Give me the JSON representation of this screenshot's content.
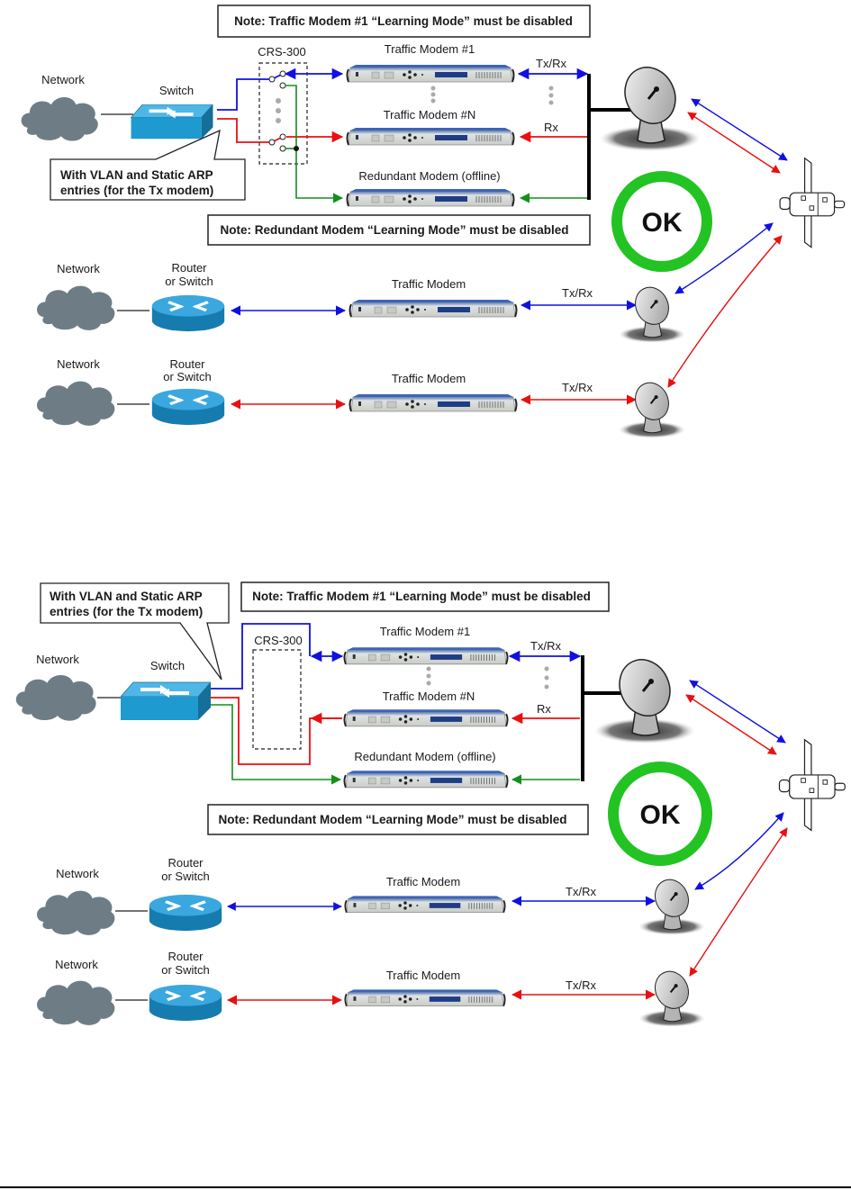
{
  "colors": {
    "tx_rx": "#1010e0",
    "rx": "#e81010",
    "standby": "#12901a",
    "ok_ring": "#22c322",
    "switch_blue": "#1e9ad0",
    "router_blue": "#1a88c0",
    "cloud": "#6e7d85"
  },
  "diagrams": [
    {
      "name": "diagram-1",
      "note_top": "Note: Traffic Modem #1 “Learning Mode” must be disabled",
      "note_bottom": "Note: Redundant Modem “Learning Mode” must be disabled",
      "callout": [
        "With VLAN and Static ARP",
        "entries (for the Tx modem)"
      ],
      "network_label": "Network",
      "switch_label": "Switch",
      "crs_label": "CRS-300",
      "modem1_label": "Traffic Modem #1",
      "modemN_label": "Traffic Modem #N",
      "redundant_label": "Redundant Modem (offline)",
      "txrx_label": "Tx/Rx",
      "rx_label": "Rx",
      "ok_label": "OK",
      "remote_sites": [
        {
          "network_label": "Network",
          "router_label": [
            "Router",
            "or Switch"
          ],
          "modem_label": "Traffic Modem",
          "link_label": "Tx/Rx",
          "color": "tx_rx"
        },
        {
          "network_label": "Network",
          "router_label": [
            "Router",
            "or Switch"
          ],
          "modem_label": "Traffic Modem",
          "link_label": "Tx/Rx",
          "color": "rx"
        }
      ]
    },
    {
      "name": "diagram-2",
      "note_top": "Note: Traffic Modem #1 “Learning Mode” must be disabled",
      "note_bottom": "Note: Redundant Modem “Learning Mode” must be disabled",
      "callout": [
        "With VLAN and Static ARP",
        "entries (for the Tx modem)"
      ],
      "network_label": "Network",
      "switch_label": "Switch",
      "crs_label": "CRS-300",
      "modem1_label": "Traffic Modem #1",
      "modemN_label": "Traffic Modem #N",
      "redundant_label": "Redundant Modem (offline)",
      "txrx_label": "Tx/Rx",
      "rx_label": "Rx",
      "ok_label": "OK",
      "remote_sites": [
        {
          "network_label": "Network",
          "router_label": [
            "Router",
            "or Switch"
          ],
          "modem_label": "Traffic Modem",
          "link_label": "Tx/Rx",
          "color": "tx_rx"
        },
        {
          "network_label": "Network",
          "router_label": [
            "Router",
            "or Switch"
          ],
          "modem_label": "Traffic Modem",
          "link_label": "Tx/Rx",
          "color": "rx"
        }
      ]
    }
  ]
}
